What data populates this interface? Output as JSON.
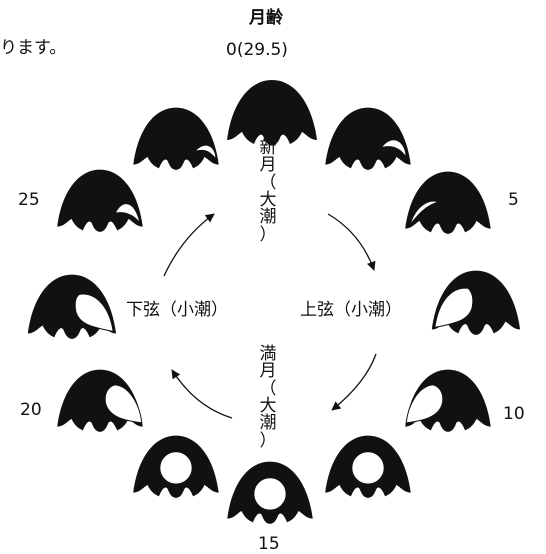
{
  "header": {
    "top_left_fragment": "ります。",
    "moon_age_title": "月齢",
    "moon_age_zero": "0(29.5)"
  },
  "ages": {
    "five": "5",
    "ten": "10",
    "fifteen": "15",
    "twenty": "20",
    "twentyfive": "25"
  },
  "phases": {
    "new_moon_vertical": [
      "新",
      "月",
      "（",
      "大",
      "潮",
      "）"
    ],
    "full_moon_vertical": [
      "満",
      "月",
      "（",
      "大",
      "潮",
      "）"
    ],
    "first_quarter": "上弦（小潮）",
    "last_quarter": "下弦（小潮）"
  },
  "colors": {
    "ink": "#111111",
    "background": "#ffffff"
  }
}
